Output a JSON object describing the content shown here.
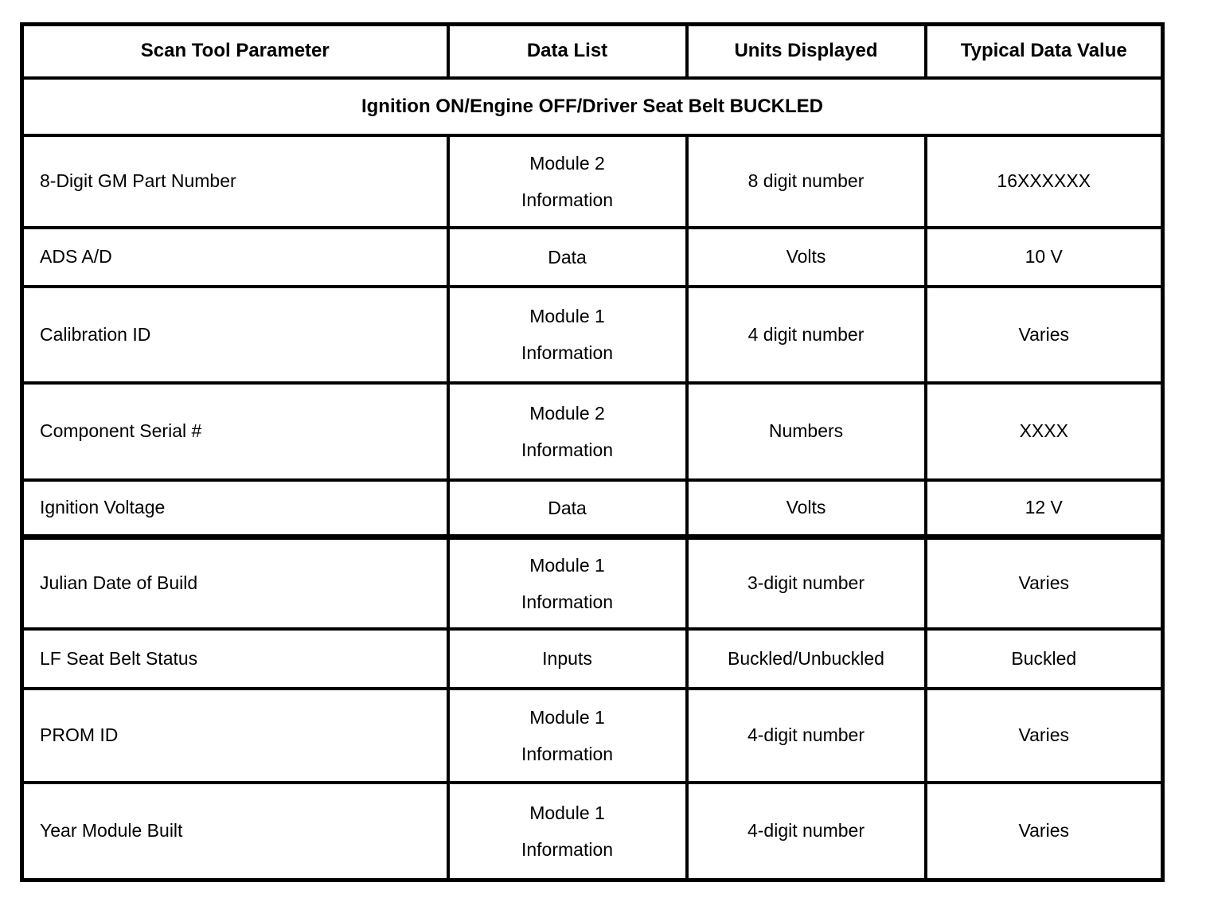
{
  "table": {
    "headers": [
      "Scan Tool Parameter",
      "Data List",
      "Units Displayed",
      "Typical Data Value"
    ],
    "section_title": "Ignition ON/Engine OFF/Driver Seat Belt BUCKLED",
    "rows": [
      {
        "parameter": "8-Digit GM Part Number",
        "data_list": [
          "Module 2",
          "Information"
        ],
        "units": "8 digit number",
        "value": "16XXXXXX"
      },
      {
        "parameter": "ADS A/D",
        "data_list": [
          "Data"
        ],
        "units": "Volts",
        "value": "10 V"
      },
      {
        "parameter": "Calibration ID",
        "data_list": [
          "Module 1",
          "Information"
        ],
        "units": "4 digit number",
        "value": "Varies"
      },
      {
        "parameter": "Component Serial #",
        "data_list": [
          "Module 2",
          "Information"
        ],
        "units": "Numbers",
        "value": "XXXX"
      },
      {
        "parameter": "Ignition Voltage",
        "data_list": [
          "Data"
        ],
        "units": "Volts",
        "value": "12 V"
      },
      {
        "parameter": "Julian Date of Build",
        "data_list": [
          "Module 1",
          "Information"
        ],
        "units": "3-digit number",
        "value": "Varies"
      },
      {
        "parameter": "LF Seat Belt Status",
        "data_list": [
          "Inputs"
        ],
        "units": "Buckled/Unbuckled",
        "value": "Buckled"
      },
      {
        "parameter": "PROM ID",
        "data_list": [
          "Module 1",
          "Information"
        ],
        "units": "4-digit number",
        "value": "Varies"
      },
      {
        "parameter": "Year Module Built",
        "data_list": [
          "Module 1",
          "Information"
        ],
        "units": "4-digit number",
        "value": "Varies"
      }
    ]
  }
}
